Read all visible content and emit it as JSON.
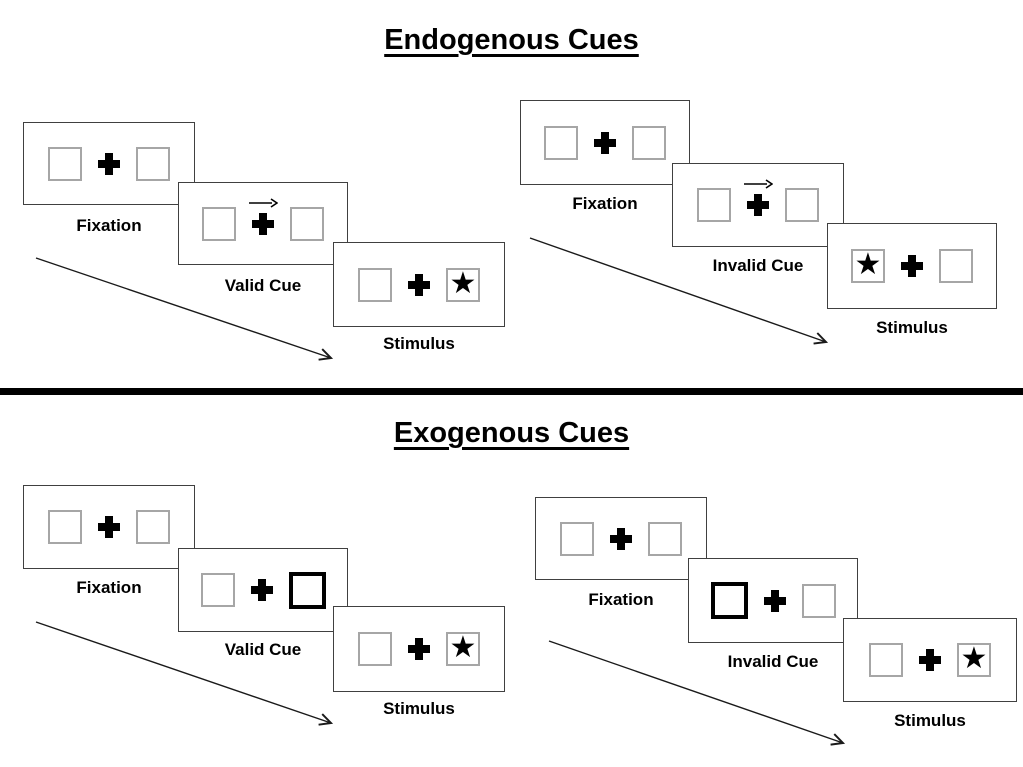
{
  "page": {
    "background": "#ffffff"
  },
  "colors": {
    "panel_border": "#404040",
    "square_border": "#a6a6a6",
    "highlight_border": "#000000",
    "divider": "#000000",
    "text": "#000000"
  },
  "glyphs": {
    "star": "★"
  },
  "sections": [
    {
      "title": "Endogenous Cues",
      "groups": [
        {
          "name": "valid",
          "panels": [
            {
              "label": "Fixation",
              "left": "empty",
              "right": "empty",
              "cue_arrow": false
            },
            {
              "label": "Valid Cue",
              "left": "empty",
              "right": "empty",
              "cue_arrow": true
            },
            {
              "label": "Stimulus",
              "left": "empty",
              "right": "star",
              "cue_arrow": false
            }
          ]
        },
        {
          "name": "invalid",
          "panels": [
            {
              "label": "Fixation",
              "left": "empty",
              "right": "empty",
              "cue_arrow": false
            },
            {
              "label": "Invalid Cue",
              "left": "empty",
              "right": "empty",
              "cue_arrow": true
            },
            {
              "label": "Stimulus",
              "left": "star",
              "right": "empty",
              "cue_arrow": false
            }
          ]
        }
      ]
    },
    {
      "title": "Exogenous Cues",
      "groups": [
        {
          "name": "valid",
          "panels": [
            {
              "label": "Fixation",
              "left": "empty",
              "right": "empty",
              "cue_arrow": false
            },
            {
              "label": "Valid Cue",
              "left": "empty",
              "right": "highlight",
              "cue_arrow": false
            },
            {
              "label": "Stimulus",
              "left": "empty",
              "right": "star",
              "cue_arrow": false
            }
          ]
        },
        {
          "name": "invalid",
          "panels": [
            {
              "label": "Fixation",
              "left": "empty",
              "right": "empty",
              "cue_arrow": false
            },
            {
              "label": "Invalid Cue",
              "left": "highlight",
              "right": "empty",
              "cue_arrow": false
            },
            {
              "label": "Stimulus",
              "left": "empty",
              "right": "star",
              "cue_arrow": false
            }
          ]
        }
      ]
    }
  ]
}
